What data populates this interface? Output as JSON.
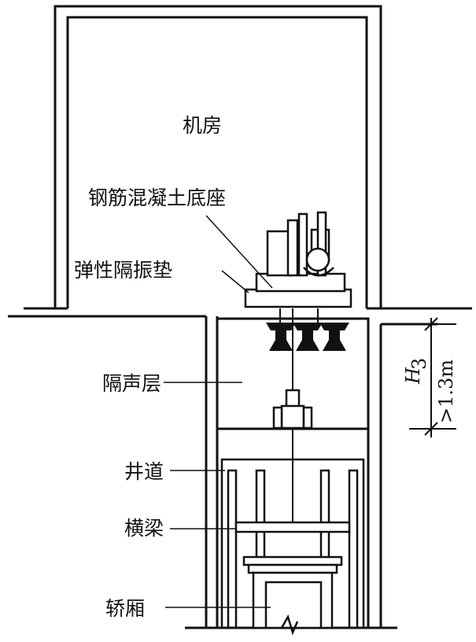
{
  "labels": {
    "machine_room": "机房",
    "rc_base": "钢筋混凝土底座",
    "elastic_pad": "弹性隔振垫",
    "sound_layer": "隔声层",
    "shaft": "井道",
    "crossbeam": "横梁",
    "car": "轿厢"
  },
  "dimension": {
    "symbol": "H",
    "subscript": "3",
    "value": ">1.3m"
  }
}
